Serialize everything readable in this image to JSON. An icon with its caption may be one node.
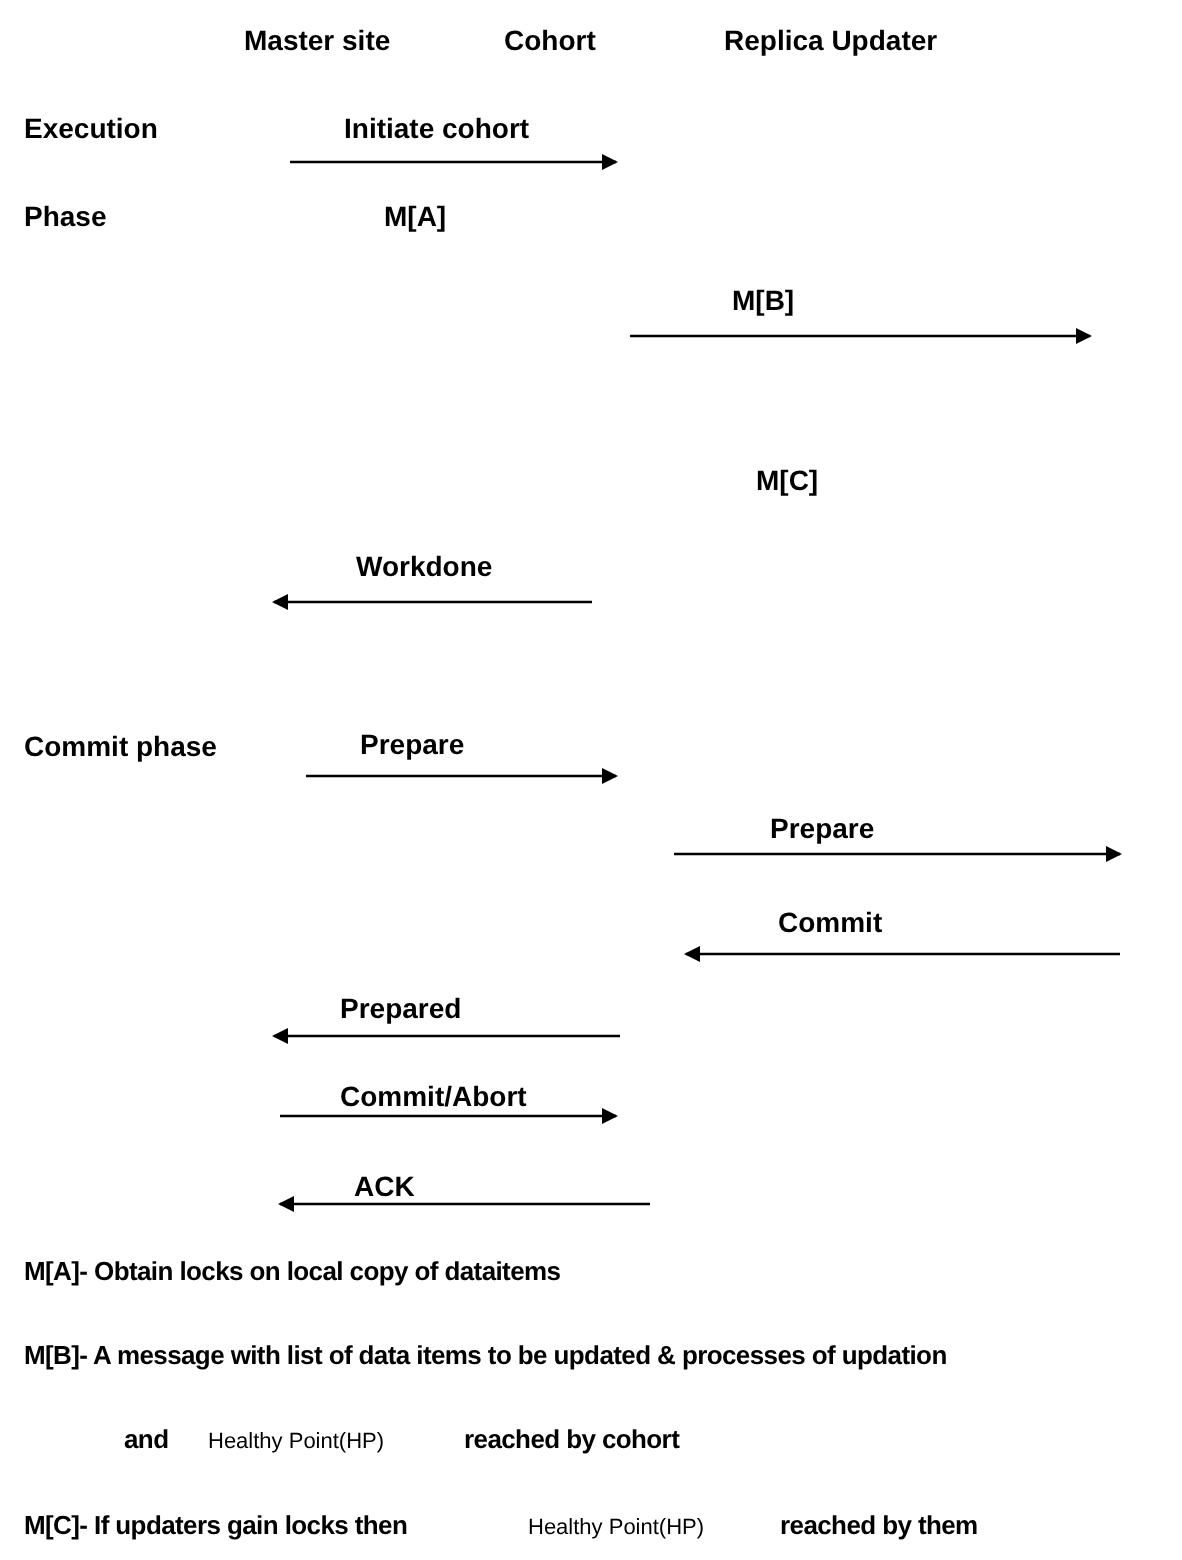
{
  "diagram": {
    "labels": [
      "Master site",
      "Cohort",
      "Replica Updater",
      "Execution",
      "Initiate cohort",
      "Phase",
      "M[A]",
      "M[B]",
      "M[C]",
      "Workdone",
      "Commit phase",
      "Prepare",
      "Prepare",
      "Commit",
      "Prepared",
      "Commit/Abort",
      "ACK",
      "M[A]- Obtain locks on local copy of dataitems",
      "M[B]- A message with list of data items to be updated & processes of updation",
      "and",
      "Healthy Point(HP)",
      "reached by cohort",
      "M[C]- If updaters gain locks then",
      "Healthy Point(HP)",
      "reached by them"
    ]
  }
}
